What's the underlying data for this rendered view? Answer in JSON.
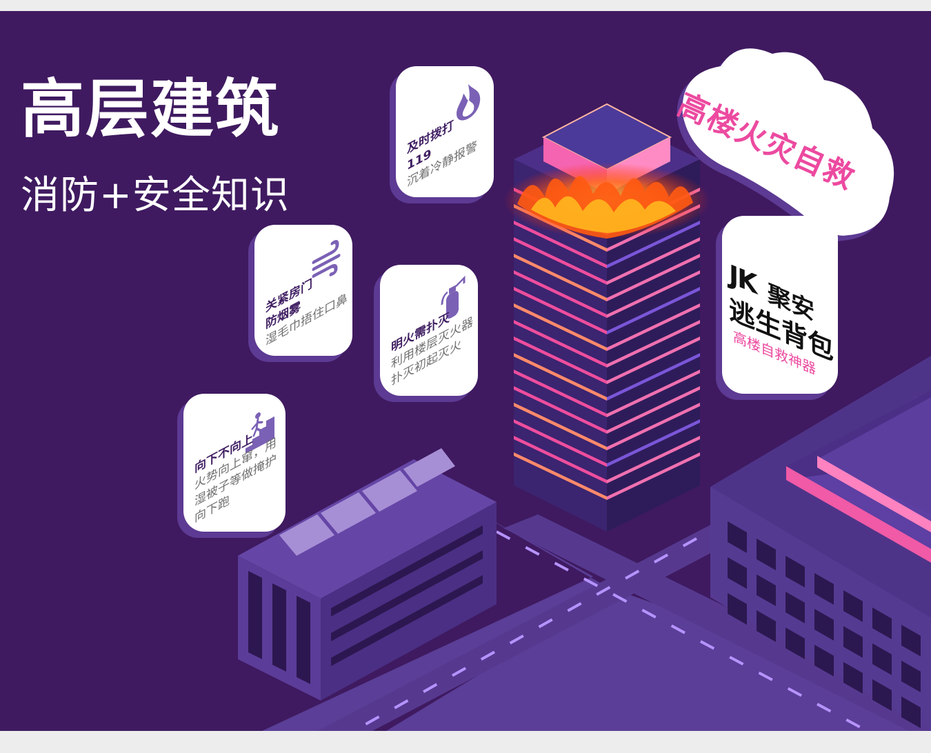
{
  "poster": {
    "title": "高层建筑",
    "subtitle": "消防+安全知识",
    "cloud_text": "高楼火灾自救"
  },
  "cards": [
    {
      "id": "call-119",
      "icon": "flame-icon",
      "lines": [
        {
          "text": "及时拨打",
          "style": "bold"
        },
        {
          "text": "119",
          "style": "bold"
        },
        {
          "text": "沉着冷静报警",
          "style": "grey"
        }
      ]
    },
    {
      "id": "close-doors",
      "icon": "wind-icon",
      "lines": [
        {
          "text": "关紧房门",
          "style": "bold"
        },
        {
          "text": "防烟雾",
          "style": "bold"
        },
        {
          "text": "湿毛巾捂住口鼻",
          "style": "grey"
        }
      ]
    },
    {
      "id": "open-fire",
      "icon": "fire-extinguisher-icon",
      "lines": [
        {
          "text": "明火需扑灭",
          "style": "bold"
        },
        {
          "text": "利用楼层灭火器",
          "style": "grey"
        },
        {
          "text": "扑灭初起灭火",
          "style": "grey"
        }
      ]
    },
    {
      "id": "go-down",
      "icon": "stairs-person-icon",
      "lines": [
        {
          "text": "向下不向上",
          "style": "bold"
        },
        {
          "text": "火势向上窜，用",
          "style": "grey"
        },
        {
          "text": "湿被子等做掩护",
          "style": "grey"
        },
        {
          "text": "向下跑",
          "style": "grey"
        }
      ]
    }
  ],
  "brand": {
    "logo": "JK",
    "name_line1": "聚安",
    "name_line2": "逃生背包",
    "tagline": "高楼自救神器"
  },
  "colors": {
    "background": "#3f1a60",
    "accent_pink": "#ec4aa0",
    "card_shadow": "#5d3a93",
    "building": "#4b2f86"
  }
}
